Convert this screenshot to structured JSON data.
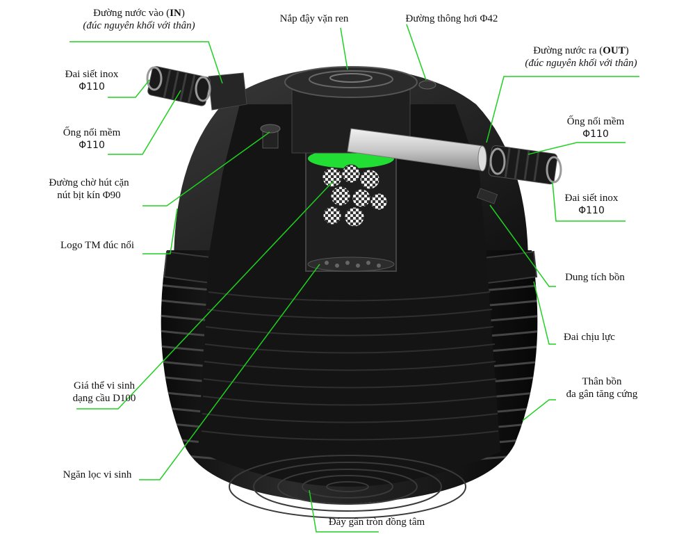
{
  "colors": {
    "leader": "#1fd11f",
    "tank": "#1b1b1b",
    "filter_media": "#22dd33"
  },
  "labels": {
    "inlet_title": "Đường nước vào (",
    "inlet_tag": "IN",
    "inlet_close": ")",
    "inlet_sub": "(đúc nguyên khối với thân)",
    "cap": "Nắp đậy vặn ren",
    "vent": "Đường thông hơi Φ42",
    "outlet_title": "Đường nước ra (",
    "outlet_tag": "OUT",
    "outlet_close": ")",
    "outlet_sub": "(đúc nguyên khối với thân)",
    "clamp_left_1": "Đai siết inox",
    "clamp_left_2": "Φ110",
    "hose_left_1": "Ống nối mềm",
    "hose_left_2": "Φ110",
    "sludge_1": "Đường chờ hút cặn",
    "sludge_2": "nút bịt kín Φ90",
    "logo": "Logo TM đúc nổi",
    "media_1": "Giá thể vi sinh",
    "media_2": "dạng cầu D100",
    "bio_chamber": "Ngăn lọc vi sinh",
    "bottom": "Đáy gân tròn đồng tâm",
    "hose_right_1": "Ống nối mềm",
    "hose_right_2": "Φ110",
    "clamp_right_1": "Đai siết inox",
    "clamp_right_2": "Φ110",
    "capacity": "Dung tích bồn",
    "ring": "Đai chịu lực",
    "body_1": "Thân bồn",
    "body_2": "đa gân tăng cứng"
  }
}
